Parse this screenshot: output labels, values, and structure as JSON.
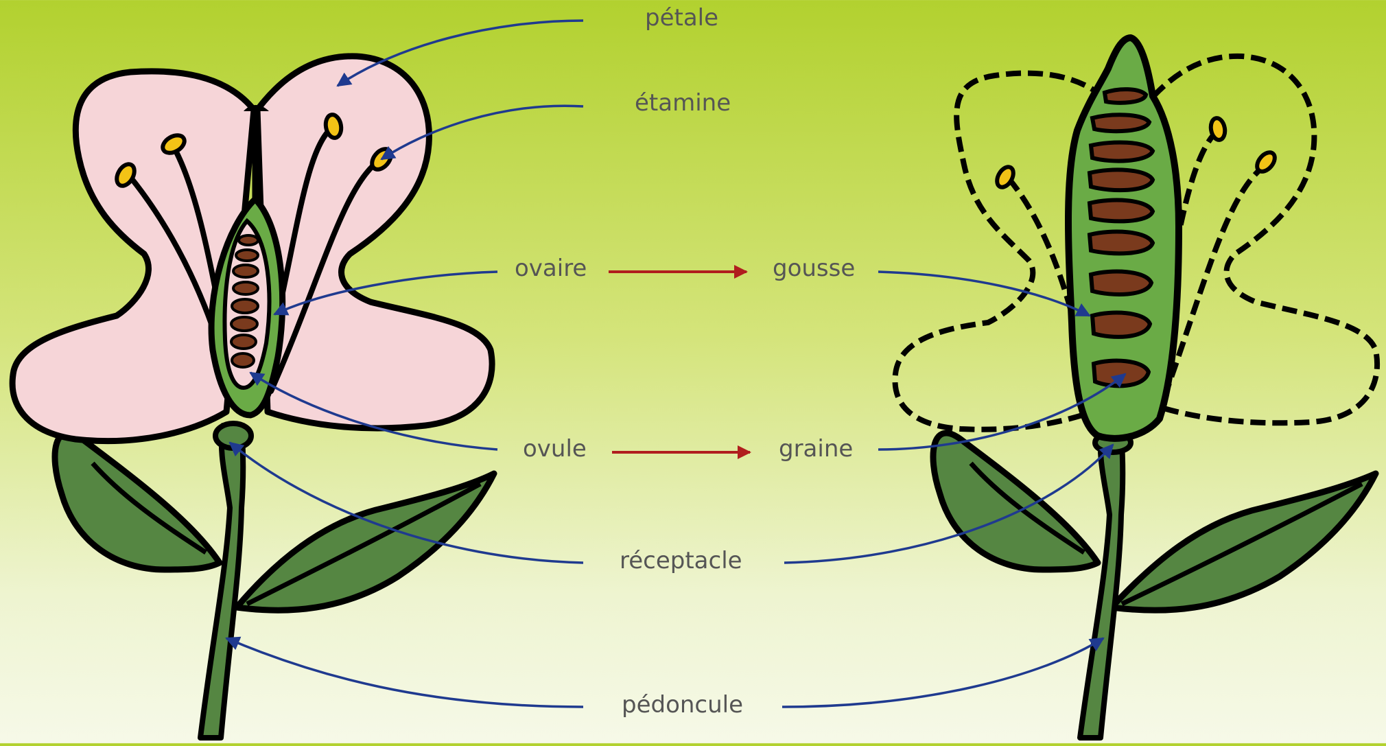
{
  "labels": {
    "petale": "pétale",
    "etamine": "étamine",
    "ovaire": "ovaire",
    "gousse": "gousse",
    "ovule": "ovule",
    "graine": "graine",
    "receptacle": "réceptacle",
    "pedoncule": "pédoncule"
  },
  "colors": {
    "petal": "#f6d5d8",
    "leaf": "#558642",
    "pod": "#6aab46",
    "seed": "#7a3a1d",
    "anther": "#f3c316",
    "outline": "#000000",
    "pointer_arrow": "#1f3a8f",
    "transform_arrow": "#b01e1e"
  }
}
